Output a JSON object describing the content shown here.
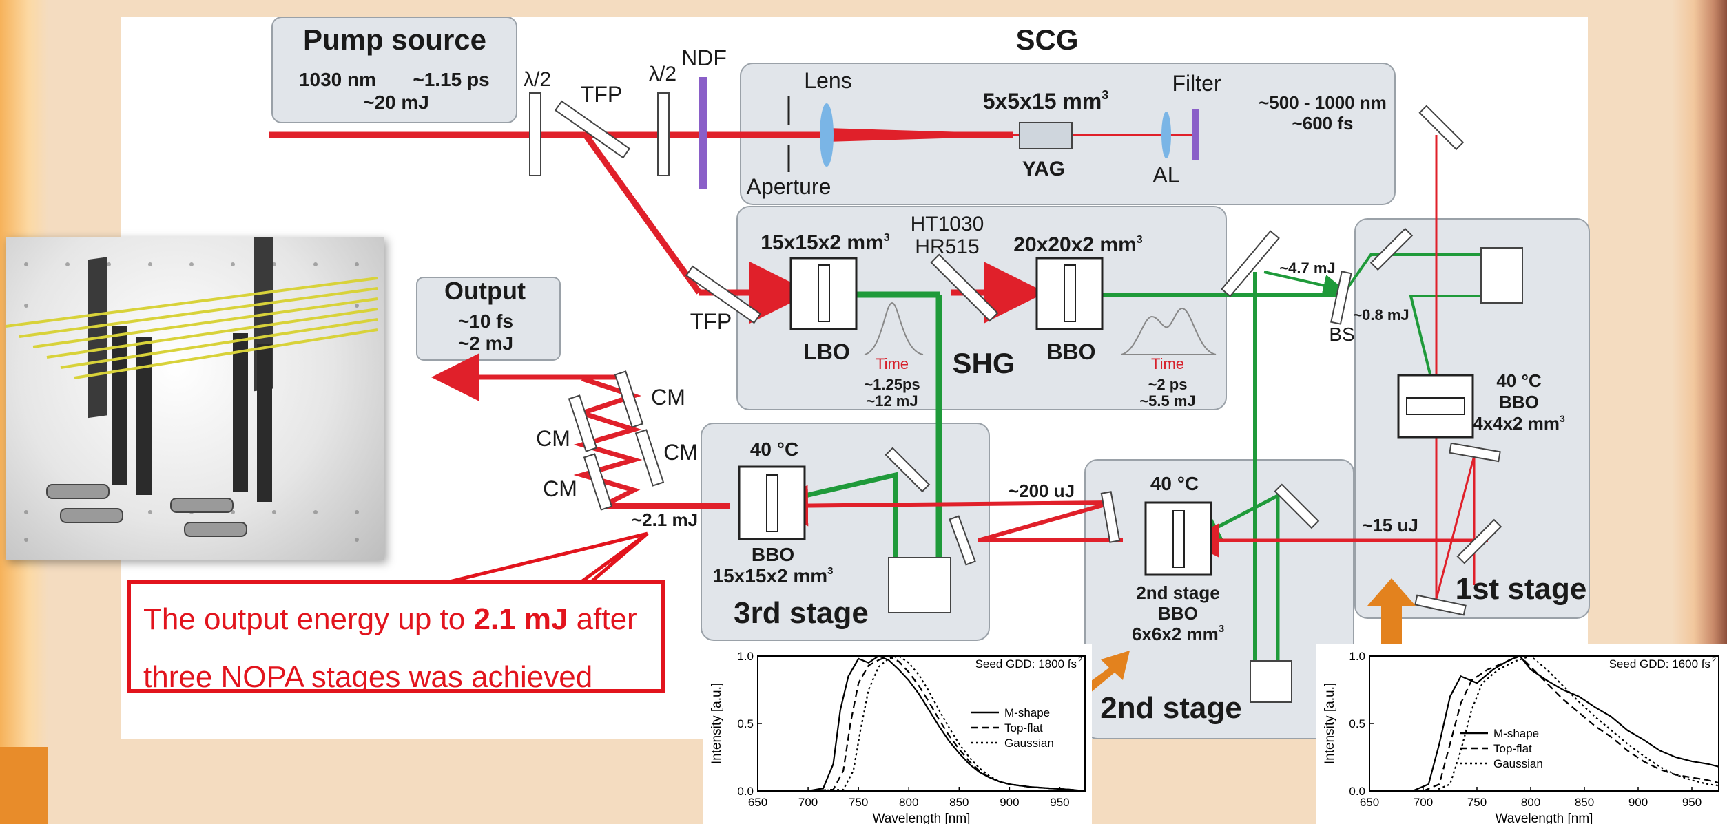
{
  "colors": {
    "beam_red": "#e0202a",
    "beam_green": "#1f9a3a",
    "callout_red": "#e2141d",
    "arrow_orange": "#e3821e",
    "filter_purple": "#8a5fc8",
    "lens_blue": "#7ab5e6"
  },
  "pump": {
    "title": "Pump source",
    "wavelength": "1030 nm",
    "duration": "~1.15 ps",
    "energy": "~20 mJ"
  },
  "scg": {
    "title": "SCG",
    "lens": "Lens",
    "aperture": "Aperture",
    "crystal_size": "5x5x15 mm",
    "crystal": "YAG",
    "filter": "Filter",
    "al": "AL",
    "spectrum": "~500 - 1000 nm",
    "duration": "~600 fs"
  },
  "optics": {
    "half_wave_1": "λ/2",
    "half_wave_2": "λ/2",
    "ndf": "NDF",
    "tfp_1": "TFP",
    "tfp_2": "TFP"
  },
  "shg": {
    "title": "SHG",
    "lbo_size": "15x15x2 mm",
    "lbo": "LBO",
    "mirror_ht": "HT1030",
    "mirror_hr": "HR515",
    "bbo_size": "20x20x2 mm",
    "bbo": "BBO",
    "time_1": "Time",
    "lbo_duration": "~1.25ps",
    "lbo_energy": "~12 mJ",
    "time_2": "Time",
    "bbo_duration": "~2 ps",
    "bbo_energy": "~5.5 mJ"
  },
  "output": {
    "title": "Output",
    "duration": "~10 fs",
    "energy": "~2 mJ"
  },
  "chirped_mirrors": [
    "CM",
    "CM",
    "CM",
    "CM"
  ],
  "stage3": {
    "temp": "40 °C",
    "crystal": "BBO",
    "size": "15x15x2 mm",
    "title": "3rd stage",
    "out_energy": "~2.1 mJ",
    "in_energy": "~200 uJ"
  },
  "stage2": {
    "temp": "40 °C",
    "label_1": "2nd stage",
    "crystal": "BBO",
    "size": "6x6x2 mm",
    "title": "2nd stage",
    "in_energy": "~15 uJ"
  },
  "stage1": {
    "temp": "40 °C",
    "crystal": "BBO",
    "size": "4x4x2 mm",
    "title": "1st stage",
    "pump_energy": "~4.7 mJ",
    "bs_energy": "~0.8 mJ",
    "bs": "BS"
  },
  "callout": {
    "line1_pre": "The output energy up to ",
    "line1_bold": "2.1 mJ",
    "line1_post": " after",
    "line2": "three NOPA stages was achieved"
  },
  "superscripts": {
    "cube": "3",
    "squared": "2"
  },
  "chart_data": [
    {
      "type": "line",
      "annotation": "Seed GDD: 1800 fs",
      "xlabel": "Wavelength [nm]",
      "ylabel": "Intensity [a.u.]",
      "xlim": [
        650,
        975
      ],
      "ylim": [
        0,
        1.0
      ],
      "x_ticks": [
        650,
        700,
        750,
        800,
        850,
        900,
        950
      ],
      "y_ticks": [
        0.0,
        0.5,
        1.0
      ],
      "x_tick_labels": [
        "650",
        "700",
        "750",
        "800",
        "850",
        "900",
        "950"
      ],
      "y_tick_labels": [
        "0.0",
        "0.5",
        "1.0"
      ],
      "legend": "right",
      "series": [
        {
          "name": "M-shape",
          "dash": "solid",
          "x": [
            700,
            715,
            725,
            732,
            740,
            750,
            760,
            770,
            780,
            790,
            800,
            810,
            820,
            830,
            840,
            850,
            860,
            870,
            880,
            890,
            900,
            920,
            940,
            960,
            975
          ],
          "y": [
            0.0,
            0.02,
            0.2,
            0.6,
            0.85,
            0.98,
            0.95,
            1.0,
            0.97,
            0.9,
            0.82,
            0.72,
            0.6,
            0.48,
            0.37,
            0.28,
            0.2,
            0.14,
            0.1,
            0.07,
            0.05,
            0.03,
            0.02,
            0.01,
            0.0
          ]
        },
        {
          "name": "Top-flat",
          "dash": "dashed",
          "x": [
            700,
            725,
            735,
            742,
            750,
            760,
            770,
            780,
            790,
            800,
            810,
            820,
            830,
            840,
            850,
            860,
            870,
            880,
            890,
            900,
            920,
            940,
            960,
            975
          ],
          "y": [
            0.0,
            0.01,
            0.15,
            0.5,
            0.8,
            0.93,
            0.97,
            1.0,
            0.96,
            0.88,
            0.78,
            0.66,
            0.53,
            0.41,
            0.31,
            0.22,
            0.15,
            0.1,
            0.07,
            0.05,
            0.03,
            0.02,
            0.01,
            0.0
          ]
        },
        {
          "name": "Gaussian",
          "dash": "dotted",
          "x": [
            700,
            735,
            745,
            752,
            760,
            770,
            780,
            790,
            800,
            810,
            820,
            830,
            840,
            850,
            860,
            870,
            880,
            890,
            900,
            920,
            940,
            960,
            975
          ],
          "y": [
            0.0,
            0.01,
            0.15,
            0.45,
            0.75,
            0.92,
            0.98,
            1.0,
            0.95,
            0.86,
            0.74,
            0.6,
            0.47,
            0.35,
            0.25,
            0.17,
            0.11,
            0.07,
            0.05,
            0.03,
            0.02,
            0.01,
            0.0
          ]
        }
      ]
    },
    {
      "type": "line",
      "annotation": "Seed GDD: 1600 fs",
      "xlabel": "Wavelength [nm]",
      "ylabel": "Intensity [a.u.]",
      "xlim": [
        650,
        975
      ],
      "ylim": [
        0,
        1.0
      ],
      "x_ticks": [
        650,
        700,
        750,
        800,
        850,
        900,
        950
      ],
      "y_ticks": [
        0.0,
        0.5,
        1.0
      ],
      "x_tick_labels": [
        "650",
        "700",
        "750",
        "800",
        "850",
        "900",
        "950"
      ],
      "y_tick_labels": [
        "0.0",
        "0.5",
        "1.0"
      ],
      "legend": "center-left",
      "series": [
        {
          "name": "M-shape",
          "dash": "solid",
          "x": [
            690,
            705,
            715,
            725,
            735,
            750,
            765,
            780,
            790,
            800,
            815,
            830,
            845,
            860,
            875,
            890,
            905,
            920,
            935,
            950,
            965,
            975
          ],
          "y": [
            0.0,
            0.05,
            0.35,
            0.7,
            0.85,
            0.8,
            0.9,
            0.97,
            1.0,
            0.9,
            0.82,
            0.75,
            0.7,
            0.62,
            0.55,
            0.45,
            0.38,
            0.3,
            0.25,
            0.22,
            0.2,
            0.18
          ]
        },
        {
          "name": "Top-flat",
          "dash": "dashed",
          "x": [
            700,
            715,
            725,
            735,
            745,
            760,
            775,
            790,
            800,
            815,
            830,
            845,
            860,
            875,
            890,
            905,
            920,
            935,
            950,
            965,
            975
          ],
          "y": [
            0.0,
            0.05,
            0.35,
            0.65,
            0.82,
            0.9,
            0.95,
            1.0,
            0.92,
            0.8,
            0.68,
            0.58,
            0.48,
            0.4,
            0.3,
            0.22,
            0.16,
            0.12,
            0.1,
            0.08,
            0.06
          ]
        },
        {
          "name": "Gaussian",
          "dash": "dotted",
          "x": [
            710,
            725,
            735,
            745,
            755,
            770,
            785,
            800,
            815,
            830,
            845,
            860,
            875,
            890,
            905,
            920,
            935,
            950,
            965,
            975
          ],
          "y": [
            0.0,
            0.05,
            0.3,
            0.6,
            0.8,
            0.9,
            0.96,
            1.0,
            0.9,
            0.78,
            0.66,
            0.55,
            0.45,
            0.35,
            0.26,
            0.18,
            0.12,
            0.08,
            0.05,
            0.04
          ]
        }
      ]
    }
  ]
}
